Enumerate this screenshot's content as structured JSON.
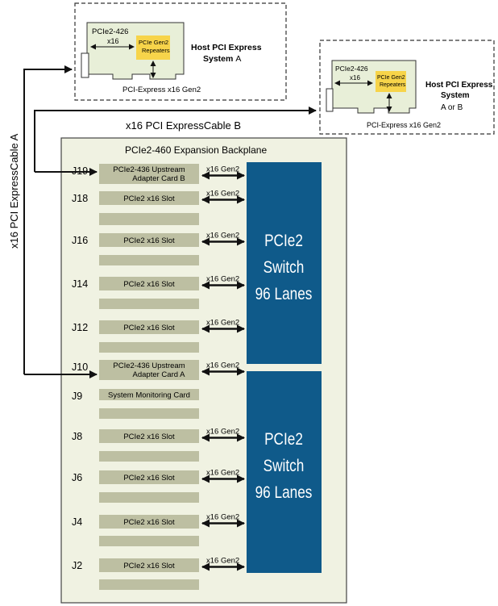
{
  "host_a": {
    "card_name": "PCIe2-426",
    "width_label": "x16",
    "repeater_line1": "PCIe Gen2",
    "repeater_line2": "Repeaters",
    "bus_label": "PCI-Express x16 Gen2",
    "title_line1": "Host PCI Express",
    "title_line2_bold": "System",
    "title_line2_suffix": "A"
  },
  "host_b": {
    "card_name": "PCIe2-426",
    "width_label": "x16",
    "repeater_line1": "PCIe Gen2",
    "repeater_line2": "Repeaters",
    "bus_label": "PCI-Express x16 Gen2",
    "title_line1": "Host PCI Express",
    "title_line2": "System",
    "title_line3": "A or B"
  },
  "cable_a_label": "x16 PCI ExpressCable A",
  "cable_b_label": "x16 PCI ExpressCable B",
  "backplane_title": "PCIe2-460 Expansion Backplane",
  "link_label": "x16 Gen2",
  "switch_upper": {
    "line1": "PCIe2",
    "line2": "Switch",
    "line3": "96 Lanes"
  },
  "switch_lower": {
    "line1": "PCIe2",
    "line2": "Switch",
    "line3": "96 Lanes"
  },
  "slots": [
    {
      "connector": "J19",
      "line1": "PCIe2-436 Upstream",
      "line2": "Adapter Card B",
      "link": true
    },
    {
      "connector": "J18",
      "line1": "PCIe2 x16 Slot",
      "line2": "",
      "link": true
    },
    {
      "connector": "",
      "line1": "",
      "line2": "",
      "link": false
    },
    {
      "connector": "J16",
      "line1": "PCIe2 x16 Slot",
      "line2": "",
      "link": true
    },
    {
      "connector": "",
      "line1": "",
      "line2": "",
      "link": false
    },
    {
      "connector": "J14",
      "line1": "PCIe2 x16 Slot",
      "line2": "",
      "link": true
    },
    {
      "connector": "",
      "line1": "",
      "line2": "",
      "link": false
    },
    {
      "connector": "J12",
      "line1": "PCIe2 x16 Slot",
      "line2": "",
      "link": true
    },
    {
      "connector": "",
      "line1": "",
      "line2": "",
      "link": false
    },
    {
      "connector": "J10",
      "line1": "PCIe2-436 Upstream",
      "line2": "Adapter Card A",
      "link": true
    },
    {
      "connector": "J9",
      "line1": "System Monitoring Card",
      "line2": "",
      "link": false
    },
    {
      "connector": "",
      "line1": "",
      "line2": "",
      "link": false
    },
    {
      "connector": "J8",
      "line1": "PCIe2 x16 Slot",
      "line2": "",
      "link": true
    },
    {
      "connector": "",
      "line1": "",
      "line2": "",
      "link": false
    },
    {
      "connector": "J6",
      "line1": "PCIe2 x16 Slot",
      "line2": "",
      "link": true
    },
    {
      "connector": "",
      "line1": "",
      "line2": "",
      "link": false
    },
    {
      "connector": "J4",
      "line1": "PCIe2 x16 Slot",
      "line2": "",
      "link": true
    },
    {
      "connector": "",
      "line1": "",
      "line2": "",
      "link": false
    },
    {
      "connector": "J2",
      "line1": "PCIe2 x16 Slot",
      "line2": "",
      "link": true
    },
    {
      "connector": "",
      "line1": "",
      "line2": "",
      "link": false
    }
  ],
  "colors": {
    "backplane_fill": "#f0f2e2",
    "slot_fill": "#bdbfa2",
    "card_fill": "#e8efd8",
    "repeater_fill": "#f7d44a",
    "switch_fill": "#0f5a8a",
    "switch_text": "#ffffff"
  }
}
